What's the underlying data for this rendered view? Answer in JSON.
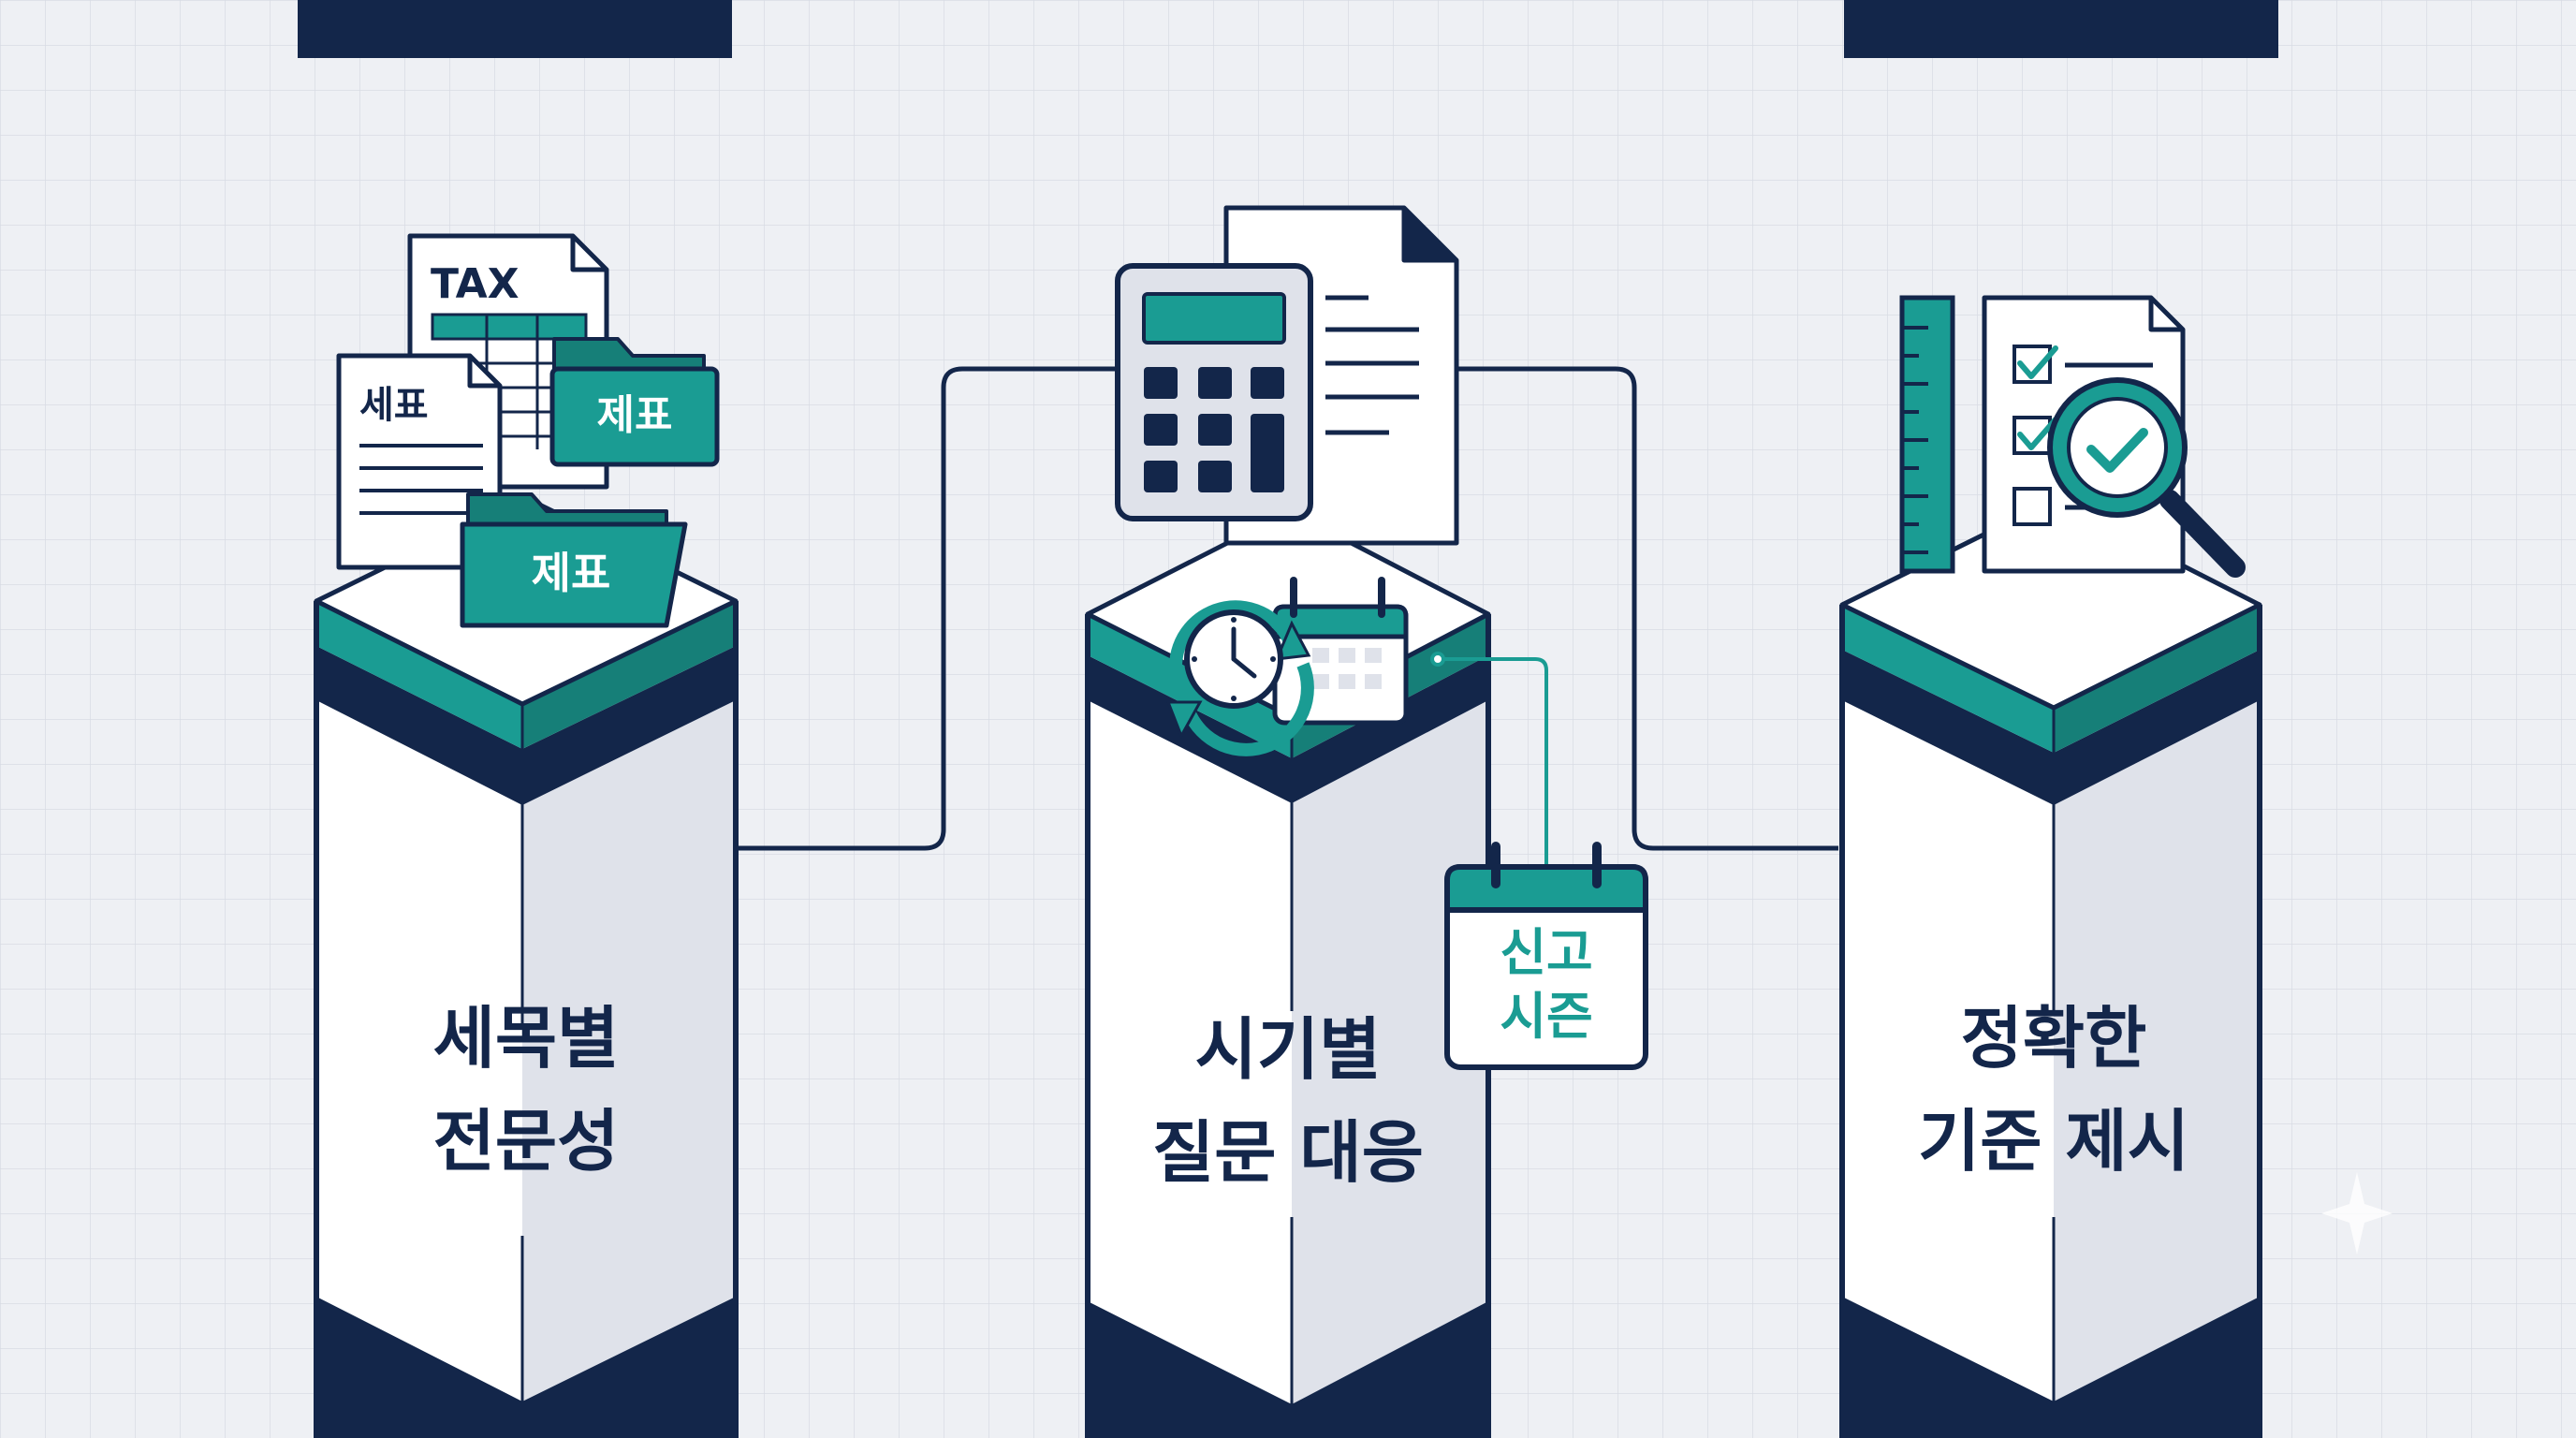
{
  "pillars": [
    {
      "line1": "세목별",
      "line2": "전문성"
    },
    {
      "line1": "시기별",
      "line2": "질문 대응"
    },
    {
      "line1": "정확한",
      "line2": "기준 제시"
    }
  ],
  "icons": {
    "tax_doc_label": "TAX",
    "sepyo_doc_label": "세표",
    "folder_top_label": "제표",
    "folder_bottom_label": "제표",
    "season_calendar_line1": "신고",
    "season_calendar_line2": "시즌"
  },
  "colors": {
    "navy": "#13264a",
    "teal": "#1a9c93",
    "teal_dark": "#167f78",
    "white": "#ffffff",
    "shade": "#dfe2ea",
    "background": "#eef0f4",
    "grid": "#d8dce4"
  }
}
